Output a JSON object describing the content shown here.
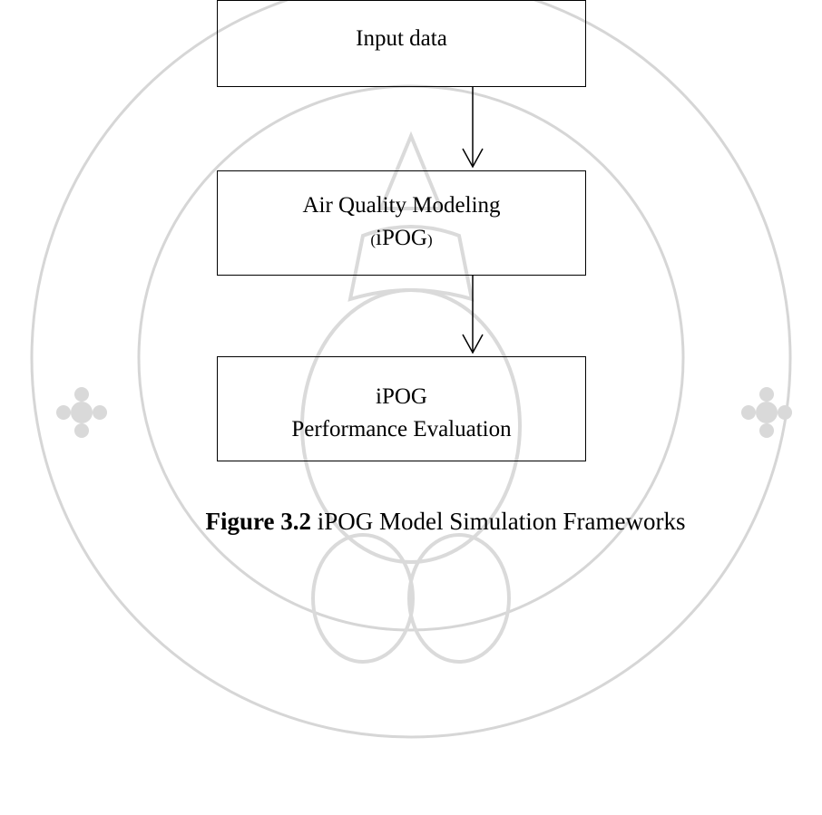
{
  "boxes": {
    "input": {
      "line1": "Input data"
    },
    "model": {
      "line1": "Air Quality Modeling",
      "line2_open": "(",
      "line2_core": "iPOG",
      "line2_close": ")"
    },
    "eval": {
      "line1": "iPOG",
      "line2": "Performance Evaluation"
    }
  },
  "caption": {
    "label": "Figure 3.2",
    "text": "iPOG Model Simulation Frameworks"
  },
  "colors": {
    "stroke": "#000000",
    "watermark": "#cfcfcf"
  }
}
